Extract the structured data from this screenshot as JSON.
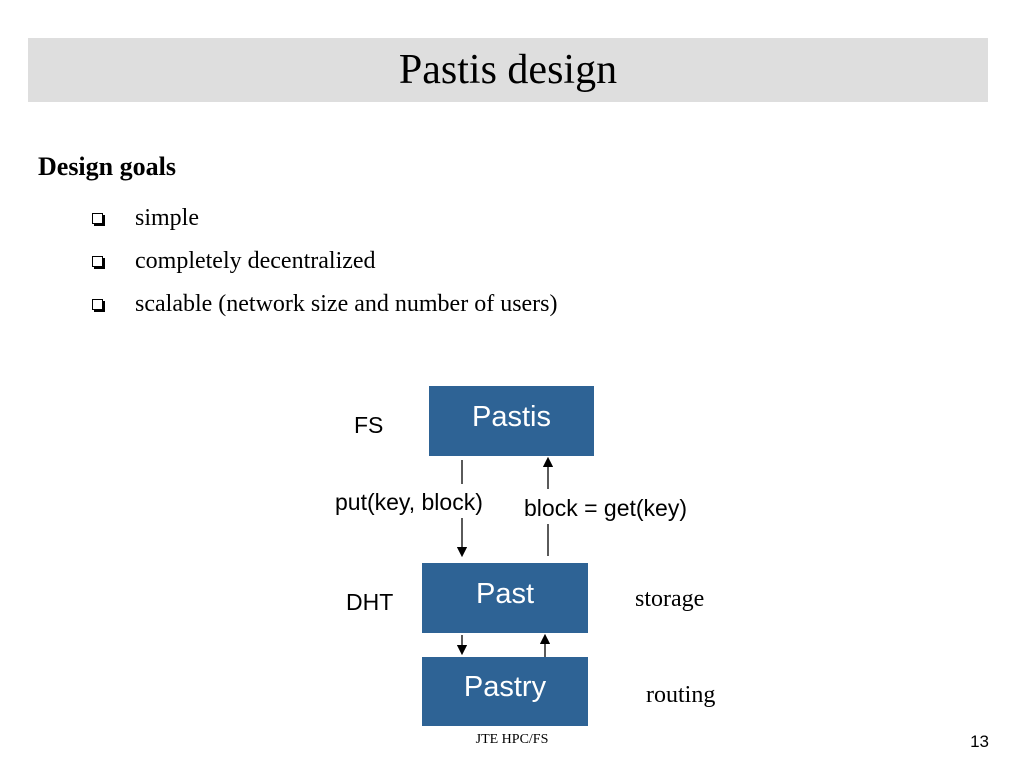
{
  "slide": {
    "title": "Pastis design",
    "heading": "Design goals",
    "goals": [
      "simple",
      "completely decentralized",
      "scalable (network size and number of users)"
    ]
  },
  "diagram": {
    "layers": [
      {
        "label": "FS",
        "box": "Pastis"
      },
      {
        "label": "DHT",
        "box": "Past",
        "note": "storage"
      },
      {
        "box": "Pastry",
        "note": "routing"
      }
    ],
    "put_label": "put(key, block)",
    "get_label": "block = get(key)",
    "box_color": "#2e6395"
  },
  "footer": {
    "text": "JTE HPC/FS",
    "page_number": "13"
  }
}
